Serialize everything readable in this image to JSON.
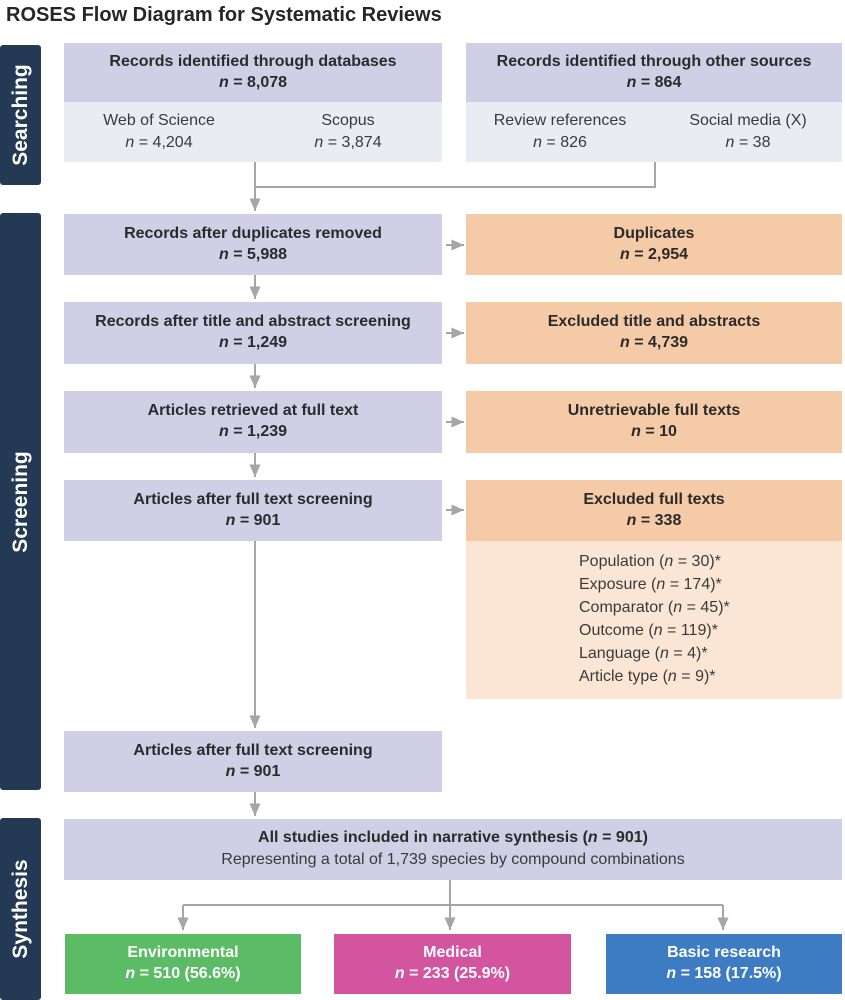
{
  "title": "ROSES Flow Diagram for Systematic Reviews",
  "stages": {
    "searching": "Searching",
    "screening": "Screening",
    "synthesis": "Synthesis"
  },
  "n_label": "n",
  "searching": {
    "databases": {
      "label": "Records identified through databases",
      "count": "8,078",
      "sources": [
        {
          "name": "Web of Science",
          "count": "4,204"
        },
        {
          "name": "Scopus",
          "count": "3,874"
        }
      ]
    },
    "other": {
      "label": "Records identified through other sources",
      "count": "864",
      "sources": [
        {
          "name": "Review references",
          "count": "826"
        },
        {
          "name": "Social media (X)",
          "count": "38"
        }
      ]
    }
  },
  "screening": {
    "steps": [
      {
        "label": "Records after duplicates removed",
        "count": "5,988"
      },
      {
        "label": "Records after title and abstract screening",
        "count": "1,249"
      },
      {
        "label": "Articles retrieved at full text",
        "count": "1,239"
      },
      {
        "label": "Articles after full text screening",
        "count": "901"
      }
    ],
    "exclusions": [
      {
        "label": "Duplicates",
        "count": "2,954"
      },
      {
        "label": "Excluded title and abstracts",
        "count": "4,739"
      },
      {
        "label": "Unretrievable full texts",
        "count": "10"
      },
      {
        "label": "Excluded full texts",
        "count": "338"
      }
    ],
    "reasons": [
      {
        "name": "Population",
        "count": "30"
      },
      {
        "name": "Exposure",
        "count": "174"
      },
      {
        "name": "Comparator",
        "count": "45"
      },
      {
        "name": "Outcome",
        "count": "119"
      },
      {
        "name": "Language",
        "count": "4"
      },
      {
        "name": "Article type",
        "count": "9"
      }
    ],
    "final": {
      "label": "Articles after full text screening",
      "count": "901"
    }
  },
  "synthesis": {
    "label": "All studies included in narrative synthesis",
    "count": "901",
    "note": "Representing a total of 1,739 species by compound combinations",
    "categories": [
      {
        "name": "Environmental",
        "count": "510",
        "pct": "56.6%",
        "color": "#5cbb65"
      },
      {
        "name": "Medical",
        "count": "233",
        "pct": "25.9%",
        "color": "#d3549f"
      },
      {
        "name": "Basic research",
        "count": "158",
        "pct": "17.5%",
        "color": "#3d7cc3"
      }
    ]
  },
  "colors": {
    "stage": "#243a54",
    "main_box": "#d0cfe6",
    "sub_box": "#ebebf4",
    "exclusion_box": "#f5caa6",
    "reasons_box": "#fbe6d5",
    "arrow": "#a6a6a6"
  }
}
